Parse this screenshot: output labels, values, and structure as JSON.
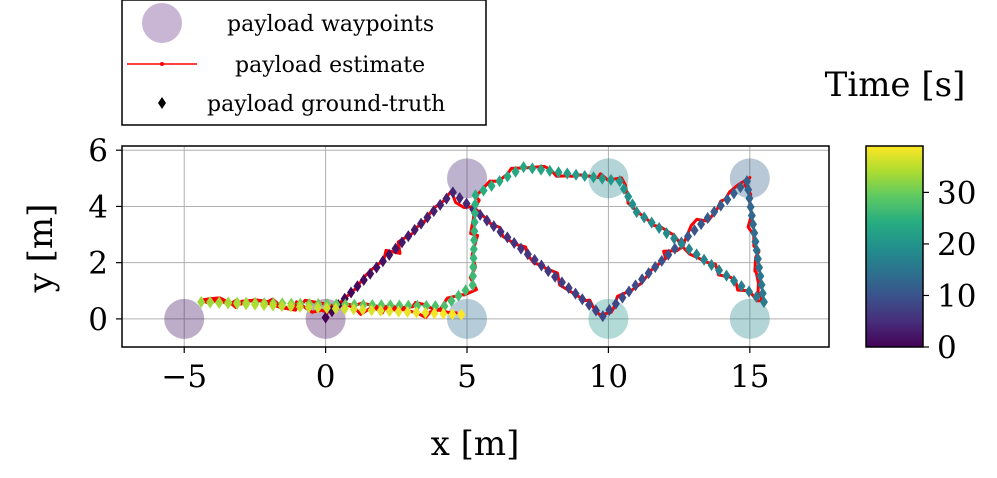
{
  "chart_data": {
    "type": "scatter",
    "xlabel": "x [m]",
    "ylabel": "y [m]",
    "xlim": [
      -7.2,
      17.8
    ],
    "ylim": [
      -1.0,
      6.15
    ],
    "xticks": [
      -5,
      0,
      5,
      10,
      15
    ],
    "xtick_labels": [
      "−5",
      "0",
      "5",
      "10",
      "15"
    ],
    "yticks": [
      0,
      2,
      4,
      6
    ],
    "ytick_labels": [
      "0",
      "2",
      "4",
      "6"
    ],
    "grid": true,
    "legend": {
      "position": "top-left, outside above axes",
      "entries": [
        {
          "label": "payload waypoints",
          "marker": "large circle",
          "color": "#9a78ac"
        },
        {
          "label": "payload estimate",
          "marker": "line with dots",
          "color": "#ff0000"
        },
        {
          "label": "payload ground-truth",
          "marker": "diamond",
          "color": "#000000"
        }
      ]
    },
    "colorbar": {
      "title": "Time [s]",
      "colormap": "viridis",
      "range": [
        0,
        39
      ],
      "ticks": [
        0,
        10,
        20,
        30
      ],
      "tick_labels": [
        "0",
        "10",
        "20",
        "30"
      ]
    },
    "series": [
      {
        "name": "payload waypoints",
        "points": [
          {
            "x": -5,
            "y": 0,
            "t": 2
          },
          {
            "x": 0,
            "y": 0,
            "t": 1
          },
          {
            "x": 5,
            "y": 5,
            "t": 4
          },
          {
            "x": 5,
            "y": 0,
            "t": 14
          },
          {
            "x": 10,
            "y": 5,
            "t": 18
          },
          {
            "x": 10,
            "y": 0,
            "t": 20
          },
          {
            "x": 15,
            "y": 5,
            "t": 12
          },
          {
            "x": 15,
            "y": 0,
            "t": 18
          }
        ]
      },
      {
        "name": "payload ground-truth",
        "path": [
          {
            "x": 0,
            "y": 0.05,
            "t": 0
          },
          {
            "x": 4.5,
            "y": 4.5,
            "t": 4
          },
          {
            "x": 9.8,
            "y": 0.1,
            "t": 8
          },
          {
            "x": 14.9,
            "y": 4.9,
            "t": 12
          },
          {
            "x": 15.5,
            "y": 0.6,
            "t": 16
          },
          {
            "x": 11.0,
            "y": 3.8,
            "t": 19
          },
          {
            "x": 10.4,
            "y": 4.9,
            "t": 20.5
          },
          {
            "x": 7.0,
            "y": 5.4,
            "t": 23
          },
          {
            "x": 5.3,
            "y": 4.4,
            "t": 24.5
          },
          {
            "x": 5.2,
            "y": 1.2,
            "t": 26.5
          },
          {
            "x": 4.2,
            "y": 0.45,
            "t": 27.5
          },
          {
            "x": -4.4,
            "y": 0.6,
            "t": 33
          },
          {
            "x": 4.8,
            "y": 0.15,
            "t": 39
          }
        ]
      },
      {
        "name": "payload estimate",
        "color": "#ff0000",
        "note": "follows ground-truth path with noise"
      }
    ]
  }
}
